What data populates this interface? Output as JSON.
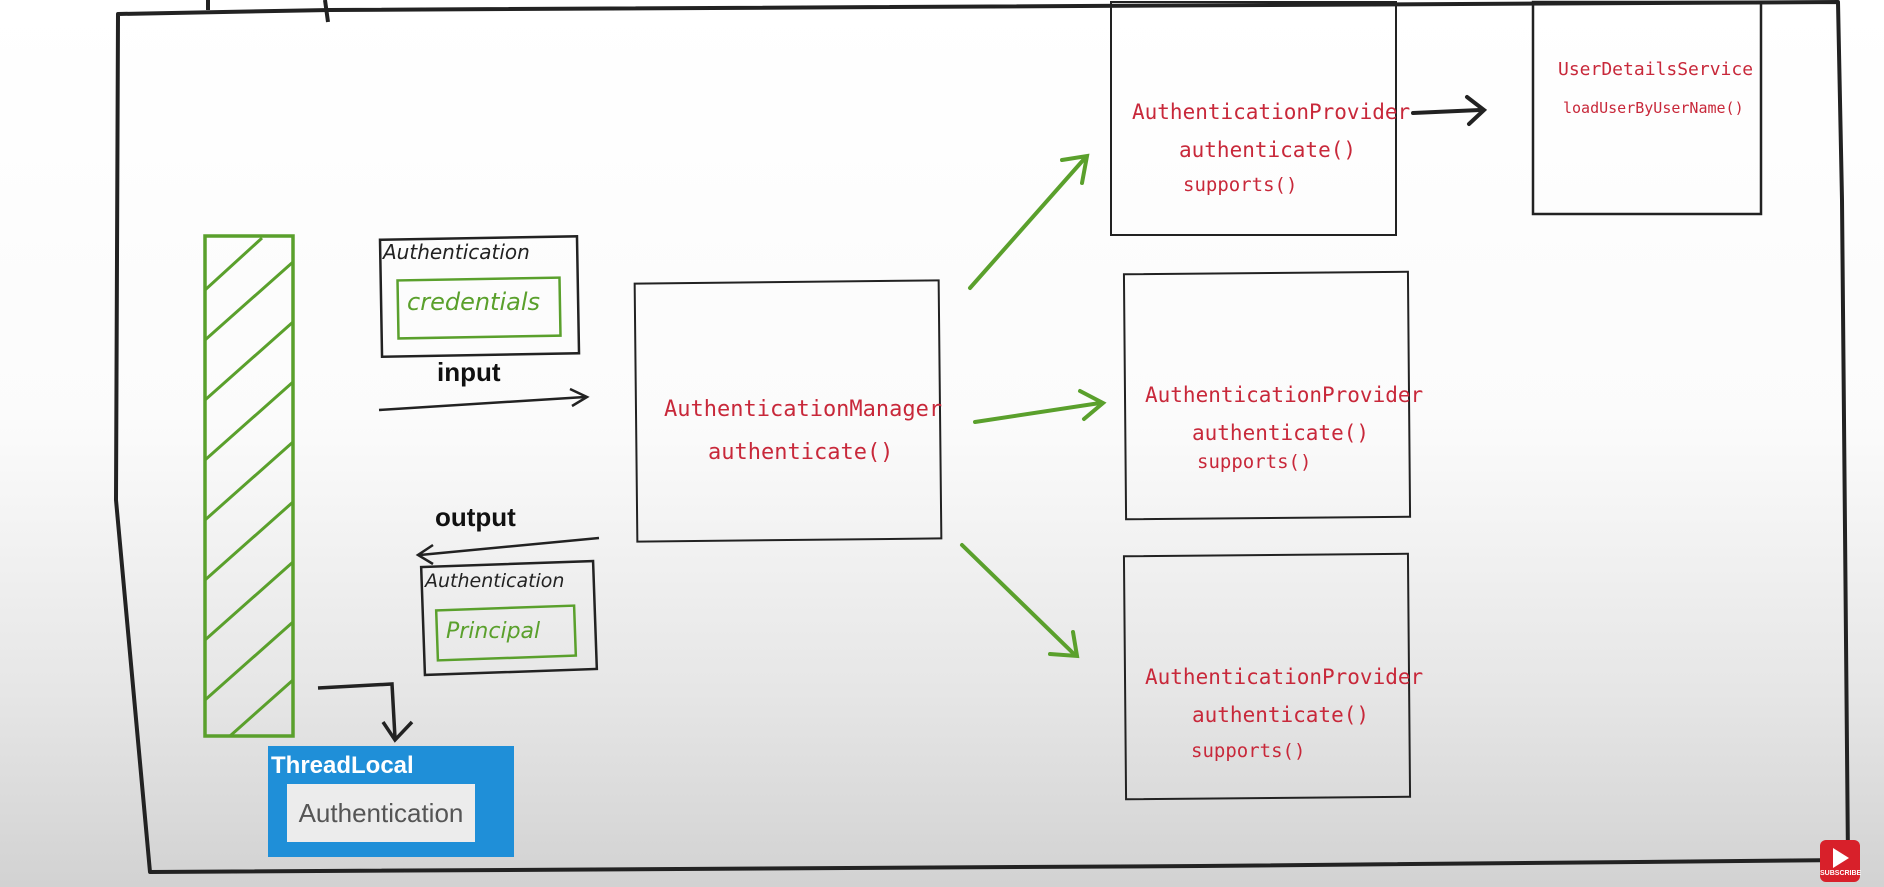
{
  "labels": {
    "input": "input",
    "output": "output"
  },
  "input_card": {
    "title": "Authentication",
    "content": "credentials"
  },
  "output_card": {
    "title": "Authentication",
    "content": "Principal"
  },
  "manager": {
    "name": "AuthenticationManager",
    "method": "authenticate()"
  },
  "providers": [
    {
      "name": "AuthenticationProvider",
      "method1": "authenticate()",
      "method2": "supports()"
    },
    {
      "name": "AuthenticationProvider",
      "method1": "authenticate()",
      "method2": "supports()"
    },
    {
      "name": "AuthenticationProvider",
      "method1": "authenticate()",
      "method2": "supports()"
    }
  ],
  "user_details": {
    "name": "UserDetailsService",
    "method": "loadUserByUserName()"
  },
  "thread_local": {
    "title": "ThreadLocal",
    "content": "Authentication"
  },
  "subscribe": {
    "label": "SUBSCRIBE"
  },
  "colors": {
    "ink": "#222222",
    "green": "#5aa02c",
    "red": "#c8283a",
    "blue": "#1f8fd8"
  }
}
